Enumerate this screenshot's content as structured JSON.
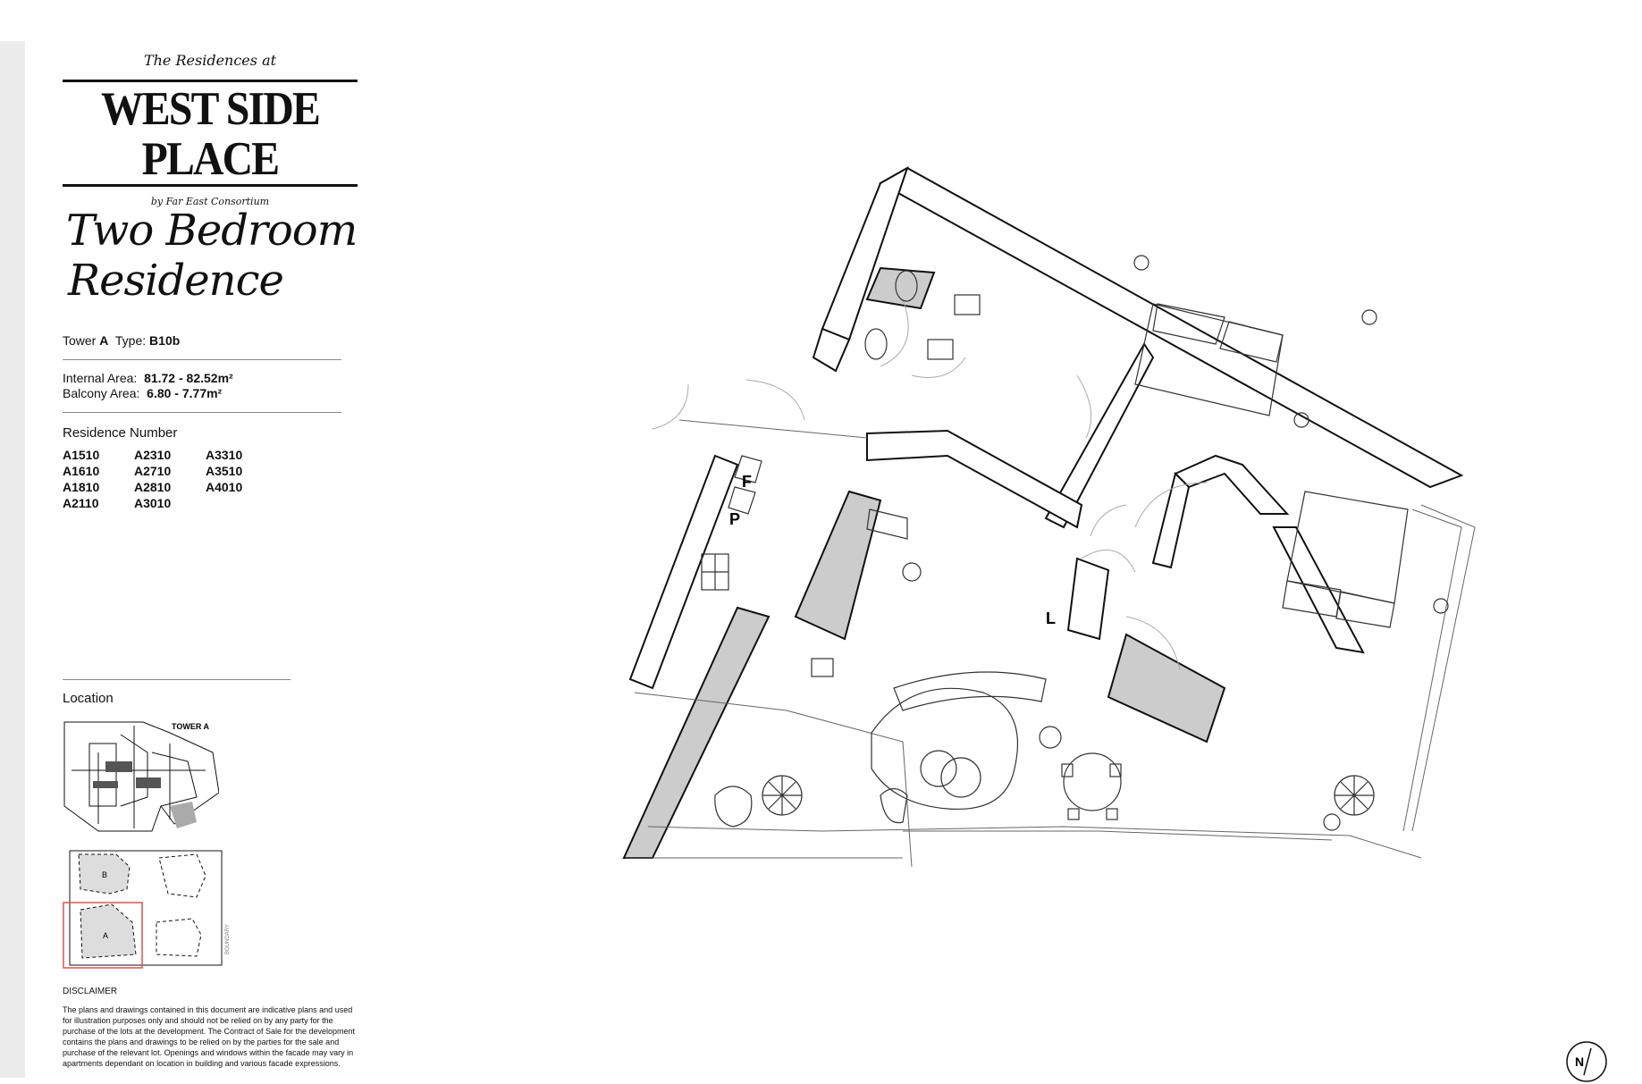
{
  "brand": {
    "pre": "The Residences at",
    "main": "WEST SIDE PLACE",
    "post": "by Far East Consortium"
  },
  "heading": {
    "line1": "Two Bedroom",
    "line2": "Residence"
  },
  "unit": {
    "tower_label": "Tower",
    "tower": "A",
    "type_label": "Type:",
    "type": "B10b",
    "internal_label": "Internal Area:",
    "internal": "81.72 - 82.52m²",
    "balcony_label": "Balcony Area:",
    "balcony": "6.80 - 7.77m²"
  },
  "residences": {
    "title": "Residence Number",
    "numbers": [
      "A1510",
      "A2310",
      "A3310",
      "A1610",
      "A2710",
      "A3510",
      "A1810",
      "A2810",
      "A4010",
      "A2110",
      "A3010"
    ]
  },
  "location": {
    "title": "Location",
    "tower_label": "TOWER A",
    "boundary_label": "BOUNDARY",
    "block_a": "A",
    "block_b": "B"
  },
  "plan_labels": {
    "fridge": "F",
    "pantry": "P",
    "laundry": "L"
  },
  "disclaimer": {
    "title": "DISCLAIMER",
    "text": "The plans and drawings contained in this document are indicative plans and used for illustration purposes only and should not be relied on by any party for the purchase of the lots at the development. The Contract of Sale for the development contains the plans and drawings to be relied on by the parties for the sale and purchase of the relevant lot. Openings and windows within the facade may vary in apartments dependant on location in building and various facade expressions."
  },
  "compass": {
    "label": "N"
  },
  "colors": {
    "wall": "#111111",
    "fill": "#cccccc",
    "highlight": "#d9534f"
  }
}
